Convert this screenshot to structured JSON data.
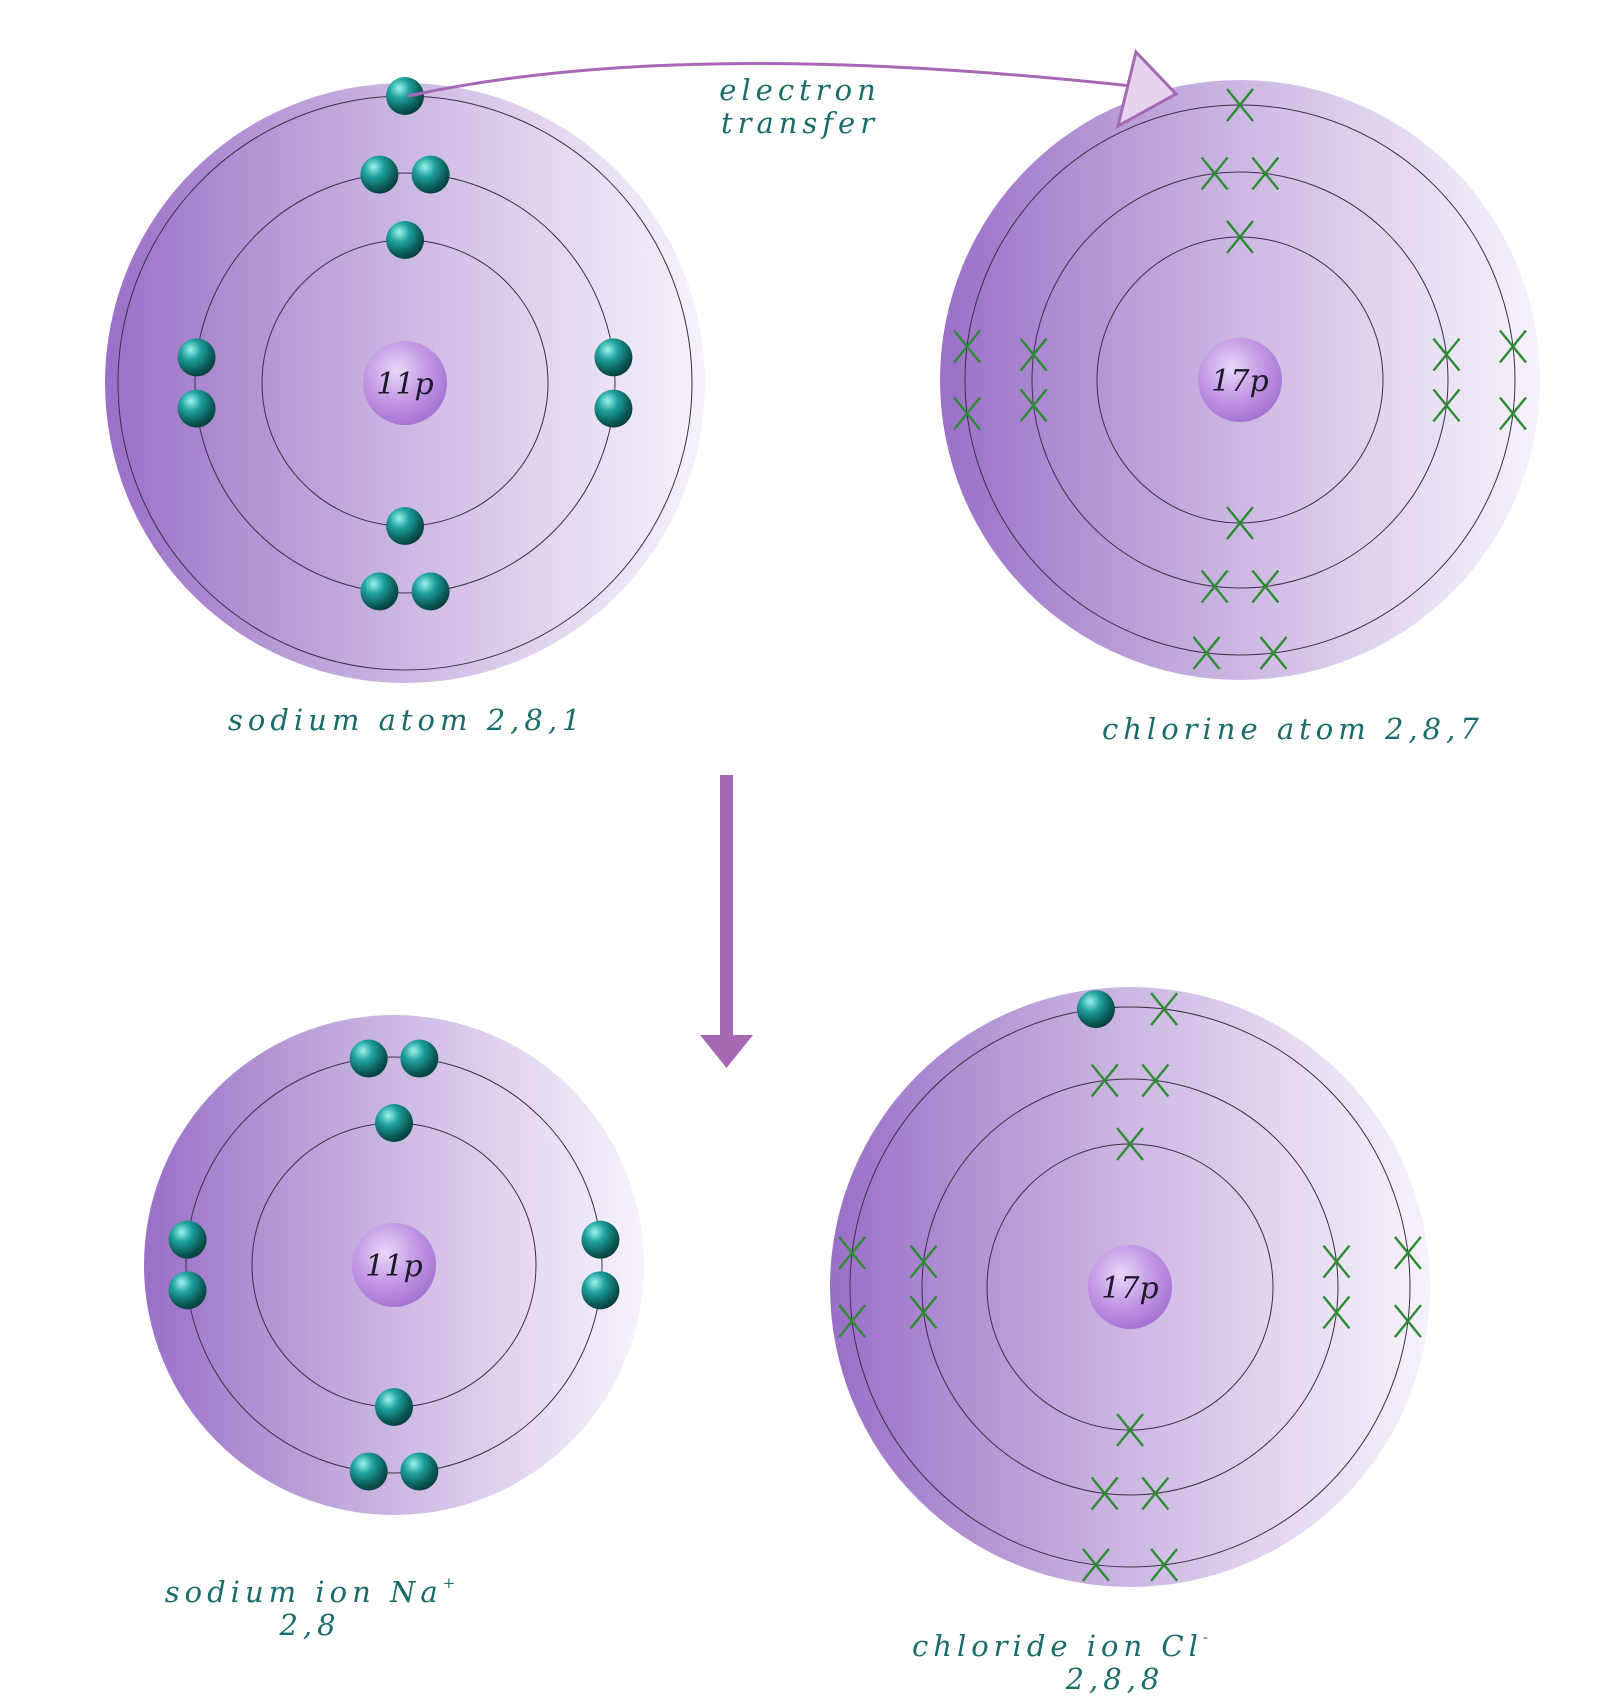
{
  "colors": {
    "disk_dark": "#9a6fc8",
    "disk_light": "#f4eff9",
    "arrow": "#a668b4",
    "electron": "#1b9a96",
    "cross": "#2e8b33",
    "label": "#1a6b6b"
  },
  "transfer_label": [
    "electron",
    "transfer"
  ],
  "atoms": [
    {
      "id": "sodium-atom",
      "nucleus": "11p",
      "label": "sodium atom 2,8,1",
      "shells": [
        2,
        8,
        1
      ],
      "marker": "dot"
    },
    {
      "id": "chlorine-atom",
      "nucleus": "17p",
      "label": "chlorine atom 2,8,7",
      "shells": [
        2,
        8,
        7
      ],
      "marker": "cross"
    },
    {
      "id": "sodium-ion",
      "nucleus": "11p",
      "label": "sodium ion Na",
      "charge": "+",
      "sublabel": "2,8",
      "shells": [
        2,
        8
      ],
      "marker": "dot"
    },
    {
      "id": "chloride-ion",
      "nucleus": "17p",
      "label": "chloride ion Cl",
      "charge": "-",
      "sublabel": "2,8,8",
      "shells": [
        2,
        8,
        8
      ],
      "marker": "cross",
      "transferred_electrons": 1
    }
  ]
}
